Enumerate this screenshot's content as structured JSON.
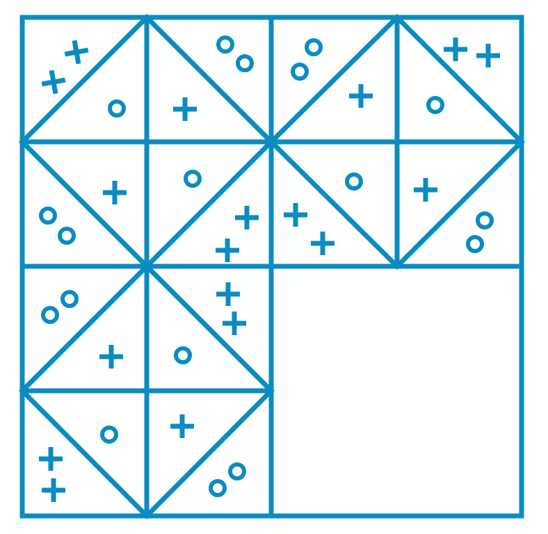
{
  "colors": {
    "stroke": "#0a8cc2",
    "background": "#ffffff"
  },
  "grid": {
    "rows": 4,
    "cols": 4
  },
  "symbols": {
    "plus": "plus-icon",
    "ring": "ring-icon"
  },
  "cells": [
    {
      "row": 0,
      "col": 0,
      "diagonal": "down",
      "symbols": [
        "plus",
        "plus",
        "ring"
      ]
    },
    {
      "row": 0,
      "col": 1,
      "diagonal": "up",
      "symbols": [
        "ring",
        "ring",
        "plus"
      ]
    },
    {
      "row": 0,
      "col": 2,
      "diagonal": "down",
      "symbols": [
        "ring",
        "ring",
        "plus"
      ]
    },
    {
      "row": 0,
      "col": 3,
      "diagonal": "up",
      "symbols": [
        "plus",
        "plus",
        "ring"
      ]
    },
    {
      "row": 1,
      "col": 0,
      "diagonal": "up",
      "symbols": [
        "ring",
        "ring",
        "plus"
      ]
    },
    {
      "row": 1,
      "col": 1,
      "diagonal": "down",
      "symbols": [
        "ring",
        "plus",
        "plus"
      ]
    },
    {
      "row": 1,
      "col": 2,
      "diagonal": "up",
      "symbols": [
        "ring",
        "plus",
        "plus"
      ]
    },
    {
      "row": 1,
      "col": 3,
      "diagonal": "down",
      "symbols": [
        "plus",
        "ring",
        "ring"
      ]
    },
    {
      "row": 2,
      "col": 0,
      "diagonal": "down",
      "symbols": [
        "ring",
        "ring",
        "plus"
      ]
    },
    {
      "row": 2,
      "col": 1,
      "diagonal": "up",
      "symbols": [
        "ring",
        "plus",
        "plus"
      ]
    },
    {
      "row": 2,
      "col": 2,
      "diagonal": "none",
      "symbols": []
    },
    {
      "row": 2,
      "col": 3,
      "diagonal": "none",
      "symbols": []
    },
    {
      "row": 3,
      "col": 0,
      "diagonal": "up",
      "symbols": [
        "ring",
        "plus",
        "plus"
      ]
    },
    {
      "row": 3,
      "col": 1,
      "diagonal": "down",
      "symbols": [
        "plus",
        "ring",
        "ring"
      ]
    },
    {
      "row": 3,
      "col": 2,
      "diagonal": "none",
      "symbols": []
    },
    {
      "row": 3,
      "col": 3,
      "diagonal": "none",
      "symbols": []
    }
  ]
}
